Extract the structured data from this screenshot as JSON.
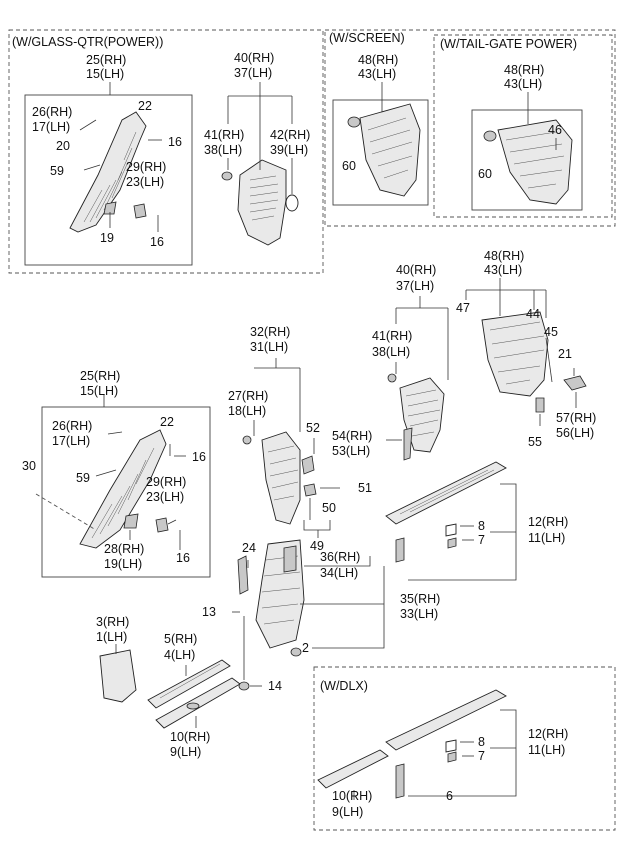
{
  "boxes": {
    "glass_qtr": "(W/GLASS-QTR(POWER))",
    "screen": "(W/SCREEN)",
    "tailgate": "(W/TAIL-GATE POWER)",
    "dlx": "(W/DLX)"
  },
  "callouts": {
    "g_25": "25(RH)",
    "g_15": "15(LH)",
    "g_26": "26(RH)",
    "g_17": "17(LH)",
    "g_22": "22",
    "g_20": "20",
    "g_16a": "16",
    "g_59": "59",
    "g_29": "29(RH)",
    "g_23": "23(LH)",
    "g_19": "19",
    "g_16b": "16",
    "g_40": "40(RH)",
    "g_37": "37(LH)",
    "g_41": "41(RH)",
    "g_38": "38(LH)",
    "g_42": "42(RH)",
    "g_39": "39(LH)",
    "s_48": "48(RH)",
    "s_43": "43(LH)",
    "s_60": "60",
    "t_48": "48(RH)",
    "t_43": "43(LH)",
    "t_46": "46",
    "t_60": "60",
    "m_48": "48(RH)",
    "m_43": "43(LH)",
    "m_47": "47",
    "m_44": "44",
    "m_45": "45",
    "m_21": "21",
    "m_57": "57(RH)",
    "m_56": "56(LH)",
    "m_55": "55",
    "m_40": "40(RH)",
    "m_37": "37(LH)",
    "m_41": "41(RH)",
    "m_38": "38(LH)",
    "m_54": "54(RH)",
    "m_53": "53(LH)",
    "m_32": "32(RH)",
    "m_31": "31(LH)",
    "m_27": "27(RH)",
    "m_18": "18(LH)",
    "m_52": "52",
    "m_51": "51",
    "m_50": "50",
    "m_49": "49",
    "l_25": "25(RH)",
    "l_15": "15(LH)",
    "l_26": "26(RH)",
    "l_17": "17(LH)",
    "l_22": "22",
    "l_16a": "16",
    "l_30": "30",
    "l_59": "59",
    "l_29": "29(RH)",
    "l_23": "23(LH)",
    "l_28": "28(RH)",
    "l_19": "19(LH)",
    "l_16b": "16",
    "m_8": "8",
    "m_7": "7",
    "m_12": "12(RH)",
    "m_11": "11(LH)",
    "m_24": "24",
    "m_36": "36(RH)",
    "m_34": "34(LH)",
    "m_13": "13",
    "m_35": "35(RH)",
    "m_33": "33(LH)",
    "m_2": "2",
    "b_3": "3(RH)",
    "b_1": "1(LH)",
    "b_5": "5(RH)",
    "b_4": "4(LH)",
    "b_14": "14",
    "b_10": "10(RH)",
    "b_9": "9(LH)",
    "d_8": "8",
    "d_7": "7",
    "d_12": "12(RH)",
    "d_11": "11(LH)",
    "d_6": "6",
    "d_10": "10(RH)",
    "d_9": "9(LH)"
  }
}
